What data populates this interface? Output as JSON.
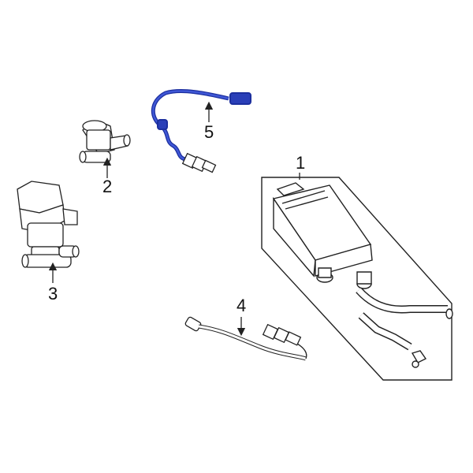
{
  "diagram": {
    "line_color": "#222222",
    "highlight_color": "#1c2f9e",
    "background": "#ffffff",
    "callouts": [
      {
        "id": "1",
        "label": "1"
      },
      {
        "id": "2",
        "label": "2"
      },
      {
        "id": "3",
        "label": "3"
      },
      {
        "id": "4",
        "label": "4"
      },
      {
        "id": "5",
        "label": "5"
      }
    ]
  }
}
